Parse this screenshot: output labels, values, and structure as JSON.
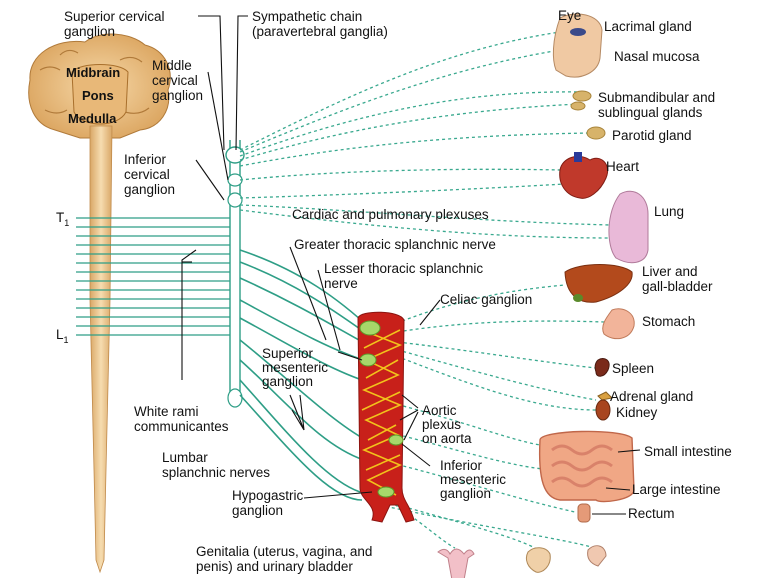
{
  "labels": {
    "superior_cervical_ganglion": [
      "Superior cervical",
      "ganglion"
    ],
    "sympathetic_chain": [
      "Sympathetic chain",
      "(paravertebral ganglia)"
    ],
    "midbrain": "Midbrain",
    "pons": "Pons",
    "medulla": "Medulla",
    "middle_cervical_ganglion": [
      "Middle",
      "cervical",
      "ganglion"
    ],
    "inferior_cervical_ganglion": [
      "Inferior",
      "cervical",
      "ganglion"
    ],
    "t1": "T",
    "t1_sub": "1",
    "l1": "L",
    "l1_sub": "1",
    "cardiac_pulmonary_plexuses": "Cardiac and pulmonary plexuses",
    "greater_thoracic_splanchnic": "Greater thoracic splanchnic nerve",
    "lesser_thoracic_splanchnic": [
      "Lesser thoracic splanchnic",
      "nerve"
    ],
    "celiac_ganglion": "Celiac ganglion",
    "superior_mesenteric_ganglion": [
      "Superior",
      "mesenteric",
      "ganglion"
    ],
    "white_rami": [
      "White rami",
      "communicantes"
    ],
    "aortic_plexus": [
      "Aortic",
      "plexus",
      "on aorta"
    ],
    "lumbar_splanchnic": [
      "Lumbar",
      "splanchnic nerves"
    ],
    "inferior_mesenteric_ganglion": [
      "Inferior",
      "mesenteric",
      "ganglion"
    ],
    "hypogastric_ganglion": [
      "Hypogastric",
      "ganglion"
    ],
    "genitalia": [
      "Genitalia (uterus, vagina, and",
      "penis) and urinary bladder"
    ]
  },
  "organs": {
    "eye": "Eye",
    "lacrimal_gland": "Lacrimal gland",
    "nasal_mucosa": "Nasal mucosa",
    "submandibular": [
      "Submandibular and",
      "sublingual glands"
    ],
    "parotid_gland": "Parotid gland",
    "heart": "Heart",
    "lung": "Lung",
    "liver": [
      "Liver and",
      "gall-bladder"
    ],
    "stomach": "Stomach",
    "spleen": "Spleen",
    "adrenal_gland": "Adrenal gland",
    "kidney": "Kidney",
    "small_intestine": "Small intestine",
    "large_intestine": "Large intestine",
    "rectum": "Rectum"
  },
  "colors": {
    "preganglionic": "#2e9e86",
    "postganglionic": "#3aa98f",
    "spine": "#e9c99a",
    "aorta": "#c8201a",
    "plexus": "#f2c21b"
  }
}
